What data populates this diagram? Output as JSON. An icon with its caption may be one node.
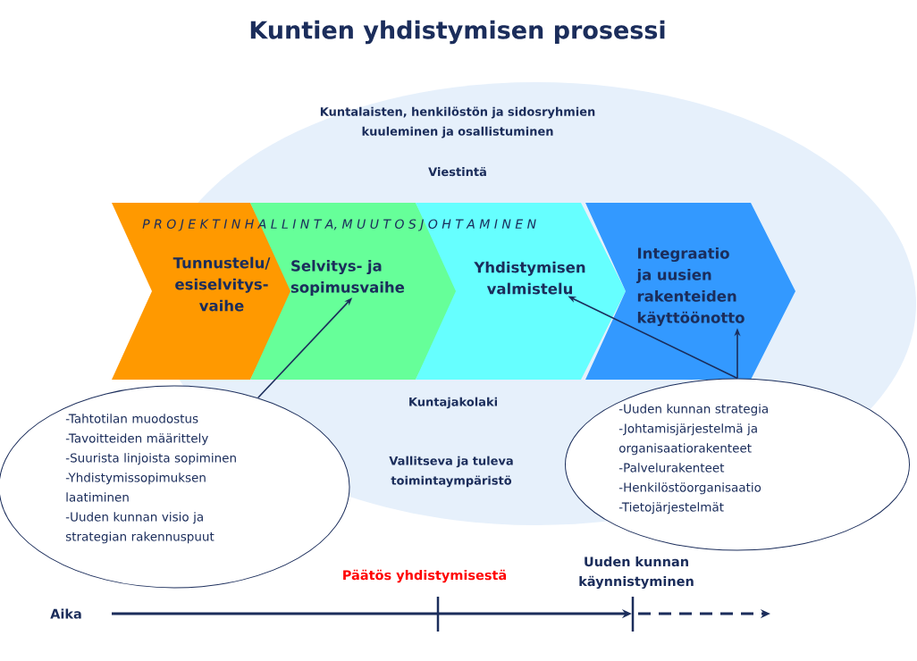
{
  "diagram": {
    "title": "Kuntien yhdistymisen prosessi",
    "nodes": [
      {
        "text": [
          "Tunnustelu/ esiselvitys- vaihe"
        ]
      },
      {
        "text": [
          "Selvitys- ja sopimusvaihe"
        ]
      },
      {
        "text": [
          "Yhdistymisen valmistelu"
        ]
      },
      {
        "text": [
          "Integraatio ja uusien rakenteiden käyttöönotto"
        ]
      },
      {
        "text": [
          "-Tahtotilan muodostus",
          "-Tavoitteiden määrittely",
          "-Suurista linjoista sopiminen",
          "-Yhdistymissopimuksen laatiminen",
          "-Uuden kunnan visio ja strategian rakennuspuut"
        ]
      },
      {
        "text": [
          "-Uuden kunnan strategia",
          "-Johtamisjärjestelmä ja organisaatiorakenteet",
          "-Palvelurakenteet",
          "-Henkilöstöorganisaatio",
          "-Tietojärjestelmät"
        ]
      }
    ],
    "edges": [
      {
        "from": 4,
        "to": 1,
        "arrow": "to"
      },
      {
        "from": 5,
        "to": 2,
        "arrow": "to"
      },
      {
        "from": 5,
        "to": 3,
        "arrow": "to"
      }
    ],
    "labels": [
      "Kuntalaisten, henkilöstön ja sidosryhmien kuuleminen ja osallistuminen",
      "Viestintä",
      "P R O J E K T I N H A L L I N T A, M U U T O S J O H T A M I N E N",
      "Kuntajakolaki",
      "Vallitseva ja tuleva toimintaympäristö",
      "Päätös yhdistymisestä",
      "Uuden kunnan käynnistyminen",
      "Aika"
    ]
  }
}
